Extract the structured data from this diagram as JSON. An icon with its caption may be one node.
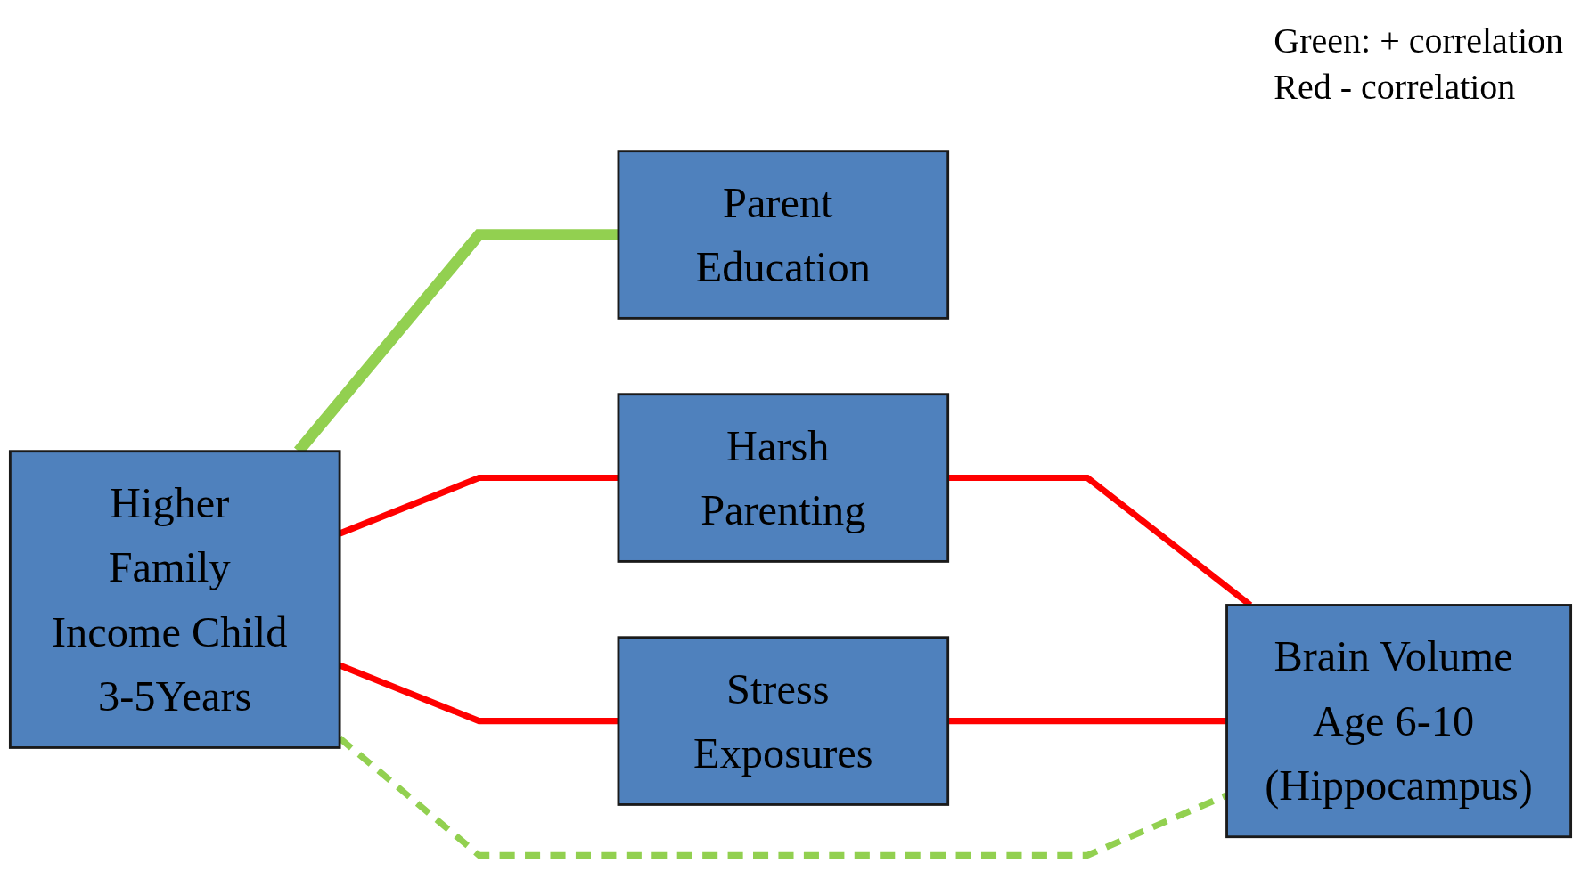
{
  "diagram": {
    "nodes": [
      {
        "text": [
          "Parent Education"
        ]
      },
      {
        "text": [
          "Harsh Parenting"
        ]
      },
      {
        "text": [
          "Stress Exposures"
        ]
      },
      {
        "text": [
          "Higher Family Income Child 3-5Years"
        ]
      },
      {
        "text": [
          "Brain Volume Age 6-10 (Hippocampus)"
        ]
      }
    ],
    "edges": [
      {
        "from": 3,
        "to": 0,
        "arrow": "none",
        "style": "thick",
        "color": "#92d050"
      },
      {
        "from": 3,
        "to": 1,
        "arrow": "none"
      },
      {
        "from": 3,
        "to": 2,
        "arrow": "none"
      },
      {
        "from": 1,
        "to": 4,
        "arrow": "none"
      },
      {
        "from": 2,
        "to": 4,
        "arrow": "none"
      },
      {
        "from": 3,
        "to": 4,
        "arrow": "none",
        "style": "dashed",
        "color": "#92d050"
      }
    ],
    "labels": [
      "Green: + correlation",
      "Red - correlation"
    ]
  }
}
